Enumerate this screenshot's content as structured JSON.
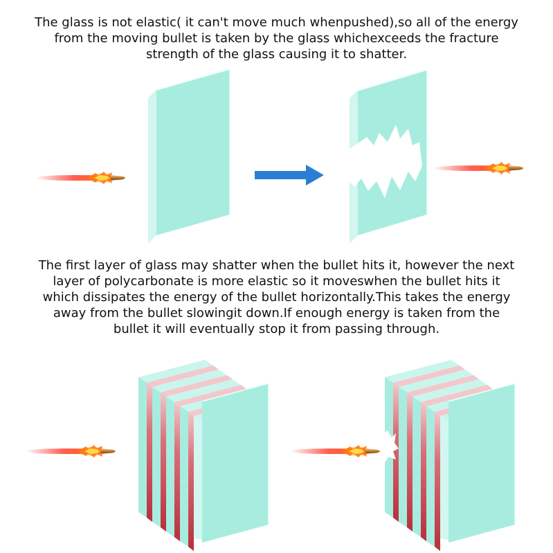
{
  "top_caption": {
    "lines": [
      "The glass is not elastic( it can't move much whenpushed),so all of the energy",
      "from the moving bullet is taken by the glass whichexceeds the fracture",
      "strength of the glass causing it to shatter."
    ]
  },
  "middle_caption": {
    "lines": [
      "The first layer of glass may shatter when the bullet hits it, however the next",
      "layer of polycarbonate is more elastic so it moveswhen the bullet hits it",
      "which dissipates the energy of the bullet horizontally.This takes the energy",
      "away from the bullet slowingit down.If enough energy is taken from the",
      "bullet it will eventually stop it from passing through."
    ]
  },
  "colors": {
    "glass_front": "#a8ece0",
    "glass_side": "#d2f7f0",
    "glass_top": "#c9f5ec",
    "polycarbonate": "#c83c48",
    "arrow": "#2a7fd4",
    "flame": "#f04a14",
    "bullet_tip": "#c88a3c"
  },
  "icons": [
    "bullet-icon",
    "glass-pane-icon",
    "shattered-glass-icon",
    "arrow-right-icon",
    "laminated-glass-icon"
  ]
}
